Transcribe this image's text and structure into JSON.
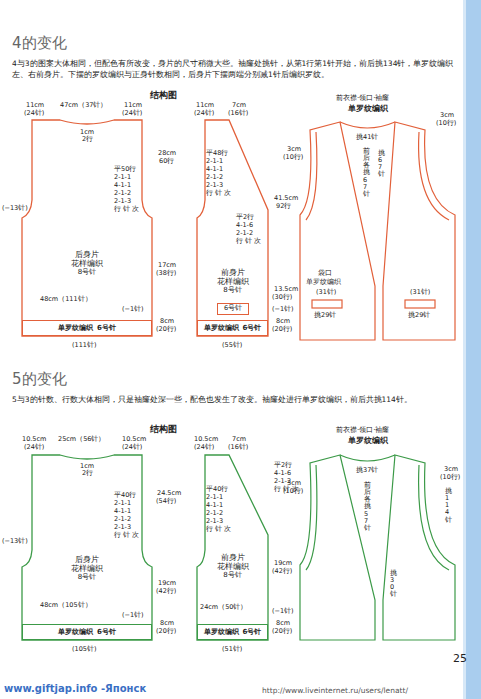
{
  "diagram": {
    "nodes": [
      {
        "text": [
          "后身片",
          "花样编织",
          "8号针"
        ]
      },
      {
        "text": [
          "单罗纹编织",
          "6号针"
        ],
        "in": 0
      },
      {
        "text": [
          "前身片",
          "花样编织",
          "8号针"
        ]
      },
      {
        "text": [
          "6号针"
        ],
        "in": 2
      },
      {
        "text": [
          "单罗纹编织",
          "6号针"
        ],
        "in": 2
      },
      {
        "text": [
          "后身片",
          "花样编织",
          "8号针"
        ]
      },
      {
        "text": [
          "单罗纹编织",
          "6号针"
        ],
        "in": 5
      },
      {
        "text": [
          "前身片",
          "花样编织",
          "8号针"
        ]
      },
      {
        "text": [
          "单罗纹编织",
          "6号针"
        ],
        "in": 7
      }
    ],
    "labels": [
      "4的变化",
      "4与3的图案大体相同，但配色有所改变，身片的尺寸稍微大些。袖窿处挑针，从第1行第1针开始，前后挑134针，单罗纹编织左、右前身片。下摆的罗纹编织与正身针数相同，后身片下摆两端分别减1针后编织罗纹。",
      "结构图",
      "前衣襟·领口·袖窿",
      "单罗纹编织",
      "11cm",
      "(24针)",
      "47cm（37针）",
      "11cm",
      "(24针)",
      "1cm",
      "2行",
      "平50行",
      "2-1-1",
      "4-1-1",
      "2-1-2",
      "2-1-3",
      "行 针 次",
      "28cm",
      "60行",
      "17cm",
      "(38行)",
      "8cm",
      "(20行)",
      "(−13针)",
      "48cm（111针）",
      "(−1针)",
      "(111针)",
      "11cm",
      "(24针)",
      "7cm",
      "(16针)",
      "平48行",
      "2-1-1",
      "4-1-1",
      "2-1-2",
      "2-1-3",
      "行 针 次",
      "平2行",
      "4-1-6",
      "2-1-2",
      "行 针 次",
      "41.5cm",
      "92行",
      "13.5cm",
      "(30行)",
      "(−1针)",
      "8cm",
      "(20行)",
      "(55针)",
      "3cm",
      "(10行)",
      "3cm",
      "(10行)",
      "挑41针",
      "前后各挑67针",
      "挑67针",
      "袋口",
      "单罗纹编织",
      "(31针)",
      "挑29针",
      "(31针)",
      "挑29针",
      "5的变化",
      "5与3的针数、行数大体相同，只是袖窿处深一些，配色也发生了改变。袖窿处进行单罗纹编织，前后共挑114针。",
      "结构图",
      "前衣襟·领口·袖窿",
      "单罗纹编织",
      "10.5cm",
      "(24针)",
      "25cm（56针）",
      "10.5cm",
      "(24针)",
      "1cm",
      "2行",
      "平40行",
      "2-1-1",
      "4-1-1",
      "2-1-2",
      "2-1-3",
      "行 针 次",
      "24.5cm",
      "(54行)",
      "19cm",
      "(42行)",
      "8cm",
      "(20行)",
      "(−13针)",
      "48cm（105针）",
      "(−1针)",
      "(105针)",
      "10.5cm",
      "(24针)",
      "7cm",
      "(16针)",
      "平40行",
      "2-1-1",
      "4-1-1",
      "2-1-2",
      "2-1-3",
      "行 针 次",
      "平2行",
      "4-1-6",
      "2-1-2",
      "行 针 次",
      "19cm",
      "(42行)",
      "24cm（50针）",
      "(−1针)",
      "8cm",
      "(20行)",
      "(51针)",
      "3cm",
      "(10行)",
      "3cm",
      "(10行)",
      "挑37针",
      "前后各挑57针",
      "挑114针",
      "挑30针",
      "25",
      "www.giftjap.info -Японск",
      "http://www.liveinternet.ru/users/lenatt/"
    ]
  }
}
